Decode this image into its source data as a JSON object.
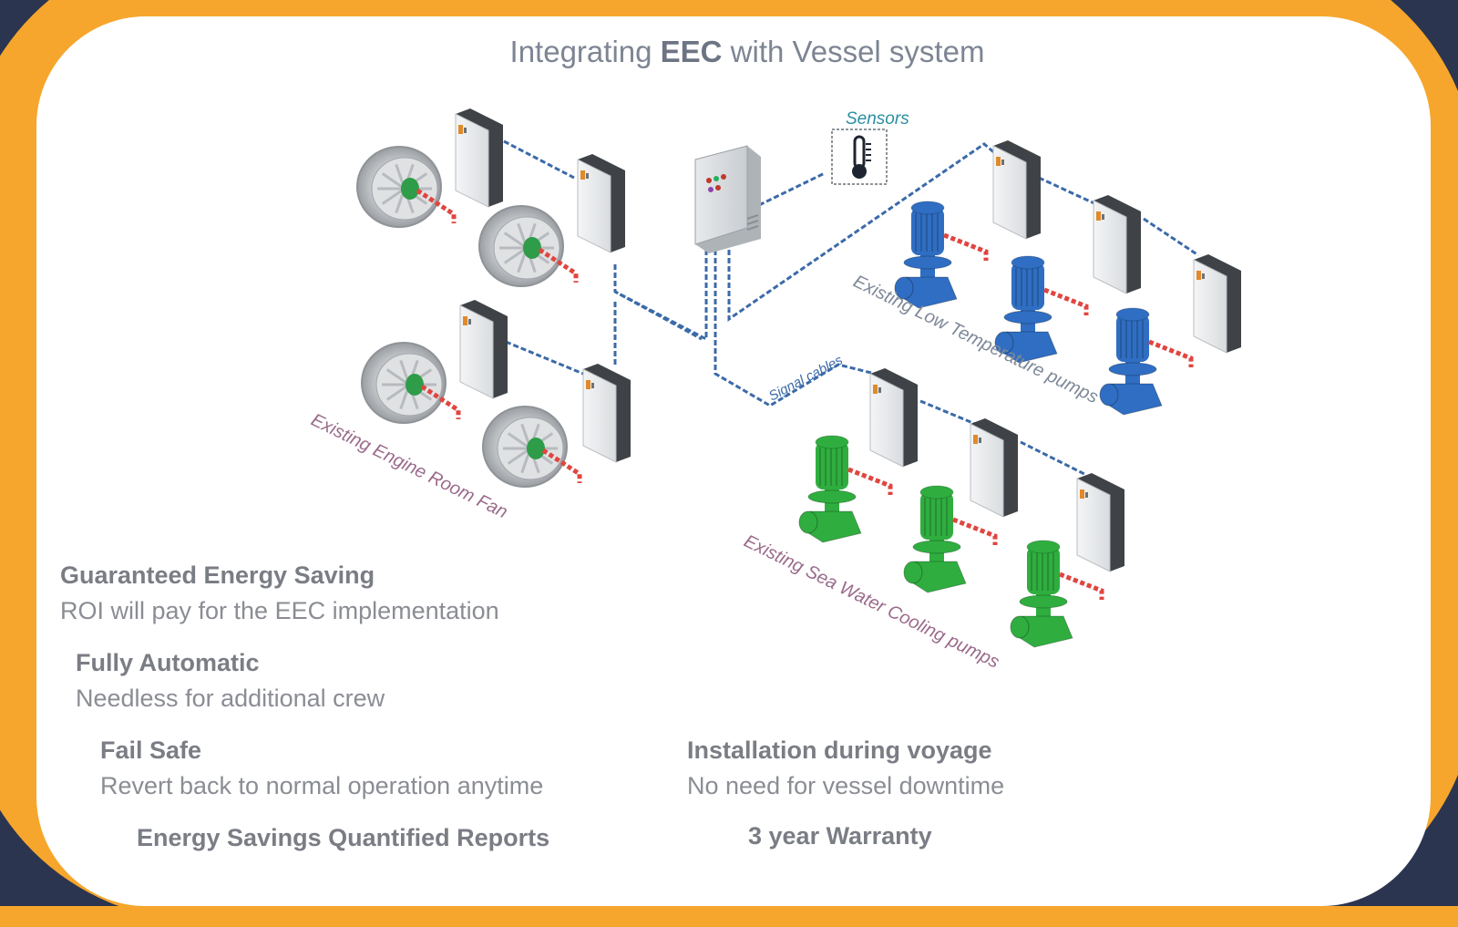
{
  "title": {
    "pre": "Integrating ",
    "bold": "EEC",
    "post": " with Vessel system"
  },
  "labels": {
    "sensors": "Sensors",
    "signal_cables": "Signal cables",
    "engine_room_fan": "Existing Engine Room Fan",
    "low_temp_pumps": "Existing Low Temperature pumps",
    "sea_water_pumps": "Existing Sea Water Cooling pumps"
  },
  "features": [
    {
      "heading": "Guaranteed Energy Saving",
      "text": "ROI will pay for the EEC implementation"
    },
    {
      "heading": "Fully Automatic",
      "text": "Needless for additional crew"
    },
    {
      "heading": "Fail Safe",
      "text": "Revert back to normal operation anytime"
    },
    {
      "heading": "Energy Savings Quantified Reports",
      "text": ""
    },
    {
      "heading": "Installation during voyage",
      "text": "No need for vessel downtime"
    },
    {
      "heading": "3 year Warranty",
      "text": ""
    }
  ],
  "colors": {
    "border": "#f6a62c",
    "background": "#2b3550",
    "cable_blue": "#3b6aa8",
    "power_red": "#e0453f",
    "pump_blue": "#2f6ec2",
    "pump_green": "#2fae3f",
    "fan_motor": "#2e9c48"
  }
}
